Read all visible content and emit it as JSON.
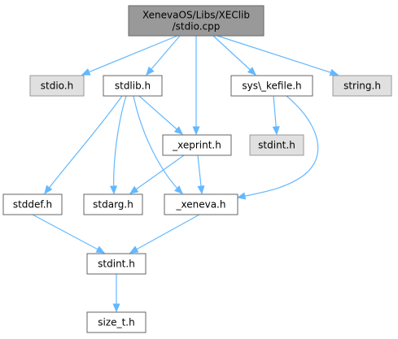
{
  "graph": {
    "nodes": {
      "root": {
        "lines": [
          "XenevaOS/Libs/XEClib",
          "/stdio.cpp"
        ],
        "style": "root"
      },
      "stdio_h": {
        "lines": [
          "stdio.h"
        ],
        "style": "external"
      },
      "stdlib_h": {
        "lines": [
          "stdlib.h"
        ],
        "style": "normal"
      },
      "xeprint_h": {
        "lines": [
          "_xeprint.h"
        ],
        "style": "normal"
      },
      "kefile_h": {
        "lines": [
          "sys\\_kefile.h"
        ],
        "style": "normal"
      },
      "string_h": {
        "lines": [
          "string.h"
        ],
        "style": "external"
      },
      "stdint_h_ext": {
        "lines": [
          "stdint.h"
        ],
        "style": "external"
      },
      "stddef_h": {
        "lines": [
          "stddef.h"
        ],
        "style": "normal"
      },
      "stdarg_h": {
        "lines": [
          "stdarg.h"
        ],
        "style": "normal"
      },
      "xeneva_h": {
        "lines": [
          "_xeneva.h"
        ],
        "style": "normal"
      },
      "stdint_h": {
        "lines": [
          "stdint.h"
        ],
        "style": "normal"
      },
      "size_t_h": {
        "lines": [
          "size_t.h"
        ],
        "style": "normal"
      }
    },
    "edges": [
      [
        "root",
        "stdio_h"
      ],
      [
        "root",
        "stdlib_h"
      ],
      [
        "root",
        "xeprint_h"
      ],
      [
        "root",
        "kefile_h"
      ],
      [
        "root",
        "string_h"
      ],
      [
        "stdlib_h",
        "xeprint_h"
      ],
      [
        "stdlib_h",
        "stddef_h"
      ],
      [
        "stdlib_h",
        "stdarg_h"
      ],
      [
        "stdlib_h",
        "xeneva_h"
      ],
      [
        "xeprint_h",
        "stdarg_h"
      ],
      [
        "xeprint_h",
        "xeneva_h"
      ],
      [
        "kefile_h",
        "stdint_h_ext"
      ],
      [
        "kefile_h",
        "xeneva_h"
      ],
      [
        "stddef_h",
        "stdint_h"
      ],
      [
        "xeneva_h",
        "stdint_h"
      ],
      [
        "stdint_h",
        "size_t_h"
      ]
    ],
    "colors": {
      "edge": "#63b8ff",
      "root_fill": "#999999",
      "root_border": "#666666",
      "external_fill": "#e0e0e0",
      "external_border": "#999999",
      "normal_fill": "#ffffff",
      "normal_border": "#666666"
    }
  }
}
